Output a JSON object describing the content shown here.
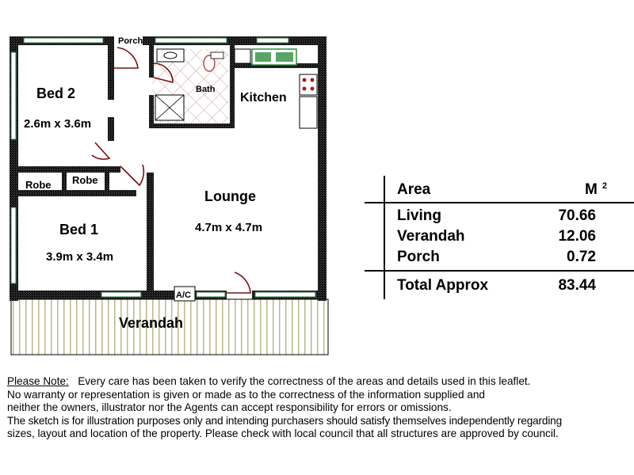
{
  "rooms": {
    "porch": "Porch",
    "bath": "Bath",
    "bed2": "Bed 2",
    "bed2_size": "2.6m x 3.6m",
    "kitchen": "Kitchen",
    "robe1": "Robe",
    "robe2": "Robe",
    "lounge": "Lounge",
    "lounge_size": "4.7m x 4.7m",
    "bed1": "Bed 1",
    "bed1_size": "3.9m x 3.4m",
    "ac": "A/C",
    "verandah": "Verandah"
  },
  "area_table": {
    "header_label": "Area",
    "header_unit": "M",
    "header_unit_sup": "2",
    "rows": [
      {
        "label": "Living",
        "value": "70.66"
      },
      {
        "label": "Verandah",
        "value": "12.06"
      },
      {
        "label": "Porch",
        "value": "0.72"
      }
    ],
    "total_label": "Total Approx",
    "total_value": "83.44"
  },
  "note": {
    "heading": "Please Note:",
    "line1": "Every care has been taken to verify the correctness of the areas and details used in this leaflet.",
    "line2": "No warranty or representation is given or made as to the correctness of the information supplied and",
    "line3": "neither the owners, illustrator nor the Agents can accept responsibility for errors or omissions.",
    "line4": "The sketch is for illustration purposes only and intending purchasers should satisfy themselves independently regarding",
    "line5": "sizes, layout and location of the property. Please check with local council that all structures are approved by council."
  },
  "colors": {
    "wall": "#000000",
    "wall_texture": "#555555",
    "door": "#7a1010",
    "verandah_stripe": "#b8b98a",
    "bath_tile": "#c9a3a3",
    "window": "#3a7a4a",
    "sink": "#2f8f3f"
  }
}
